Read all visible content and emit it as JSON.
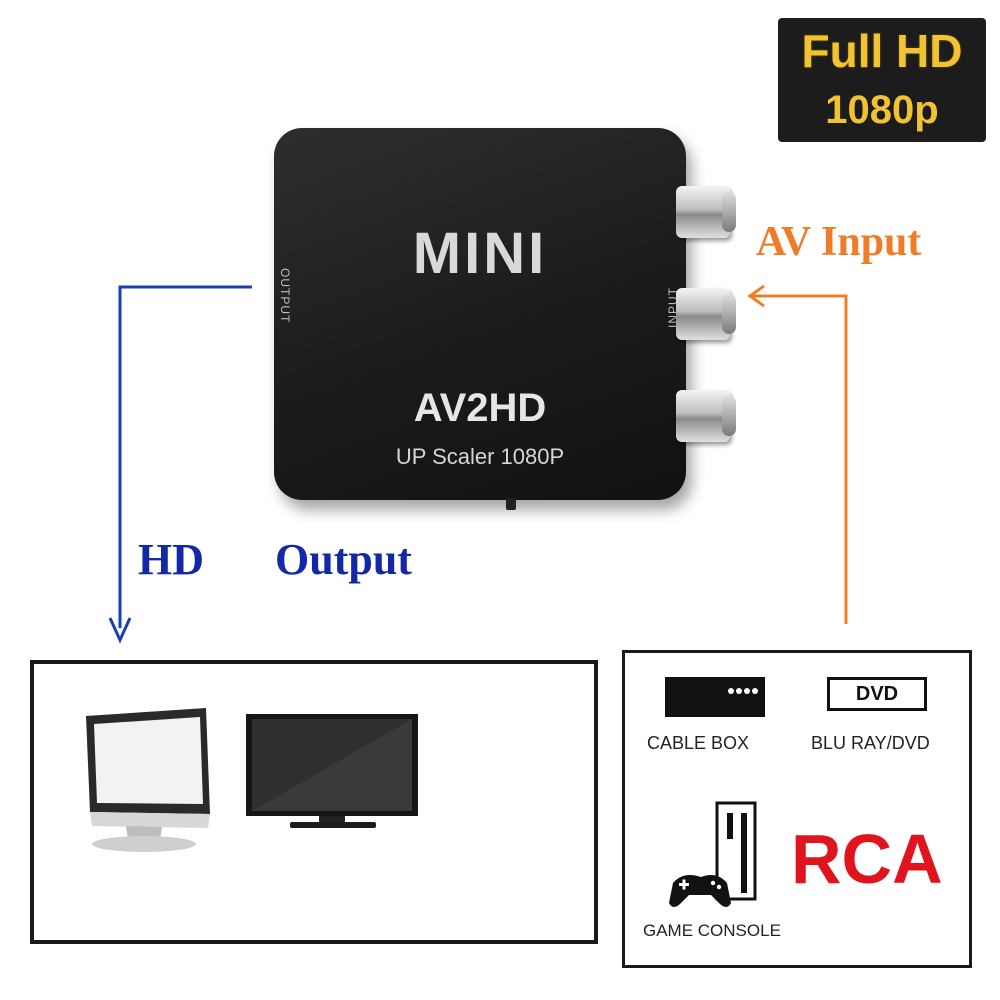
{
  "badge": {
    "line1": "Full HD",
    "line2": "1080p"
  },
  "device": {
    "brand": "MINI",
    "model": "AV2HD",
    "subtitle": "UP Scaler 1080P",
    "output_side": "OUTPUT",
    "input_side": "INPUT"
  },
  "labels": {
    "av_input": "AV Input",
    "hd_output": "HD Output"
  },
  "sources": {
    "cable_box": "CABLE BOX",
    "dvd_icon_text": "DVD",
    "blu_ray": "BLU RAY/DVD",
    "game_console": "GAME CONSOLE",
    "rca": "RCA"
  },
  "colors": {
    "output_arrow": "#1a3fb0",
    "input_arrow": "#f07c28",
    "badge_gold": "#f1c232",
    "rca_red": "#e0141c"
  }
}
